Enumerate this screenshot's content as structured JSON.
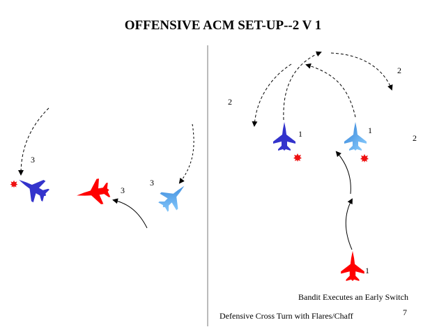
{
  "title": "OFFENSIVE  ACM SET-UP--2 V 1",
  "left_panel": {
    "labels": [
      "3",
      "3",
      "3"
    ]
  },
  "right_panel": {
    "labels": [
      "2",
      "2",
      "2",
      "1",
      "1",
      "1"
    ],
    "caption_bandit": "Bandit Executes an Early Switch",
    "caption_defensive": "Defensive Cross Turn with Flares/Chaff"
  },
  "page_number": "7",
  "colors": {
    "red_bandit": "#ff0000",
    "dark_blue": "#3333cc",
    "light_blue": "#55aaee",
    "flare": "#ee1111"
  }
}
